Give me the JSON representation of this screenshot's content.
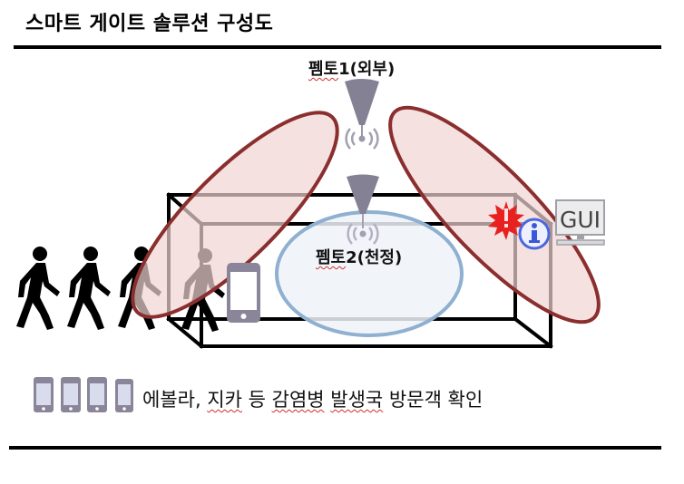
{
  "title": "스마트 게이트 솔루션 구성도",
  "femto1": {
    "label_prefix": "펨토",
    "label_suffix": "1(외부)",
    "icon": "signal-beacon-icon"
  },
  "femto2": {
    "label_prefix": "펨토",
    "label_suffix": "2(천정)",
    "icon": "signal-beacon-icon"
  },
  "gui": {
    "label": "GUI",
    "icon": "monitor-icon"
  },
  "alert": {
    "alert_icon": "alert-burst-icon",
    "info_icon": "info-icon",
    "info_glyph": "i",
    "alert_glyph": "!"
  },
  "walkers": {
    "count": 4,
    "icon": "walking-person-icon"
  },
  "caption": {
    "phones_count": 4,
    "phone_icon": "smartphone-icon",
    "text_parts": [
      "에볼라, ",
      "지카",
      " 등 ",
      "감염병",
      " ",
      "발생국",
      " 방문객 확인"
    ]
  },
  "colors": {
    "coverage_ellipse_stroke": "#8b2e2e",
    "coverage_ellipse_fill": "#f2d4d4",
    "ceiling_ellipse_stroke": "#8fb0d0",
    "ceiling_ellipse_fill": "#eef3f9",
    "beacon": "#858195",
    "phone": "#8a8599",
    "info": "#4a66e0",
    "alert": "#e82020"
  }
}
